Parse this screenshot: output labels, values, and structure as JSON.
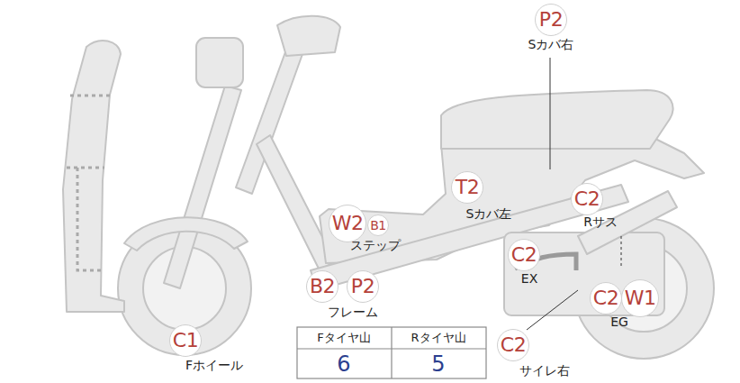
{
  "diagram": {
    "nodes": [
      {
        "text": [
          "P2"
        ]
      },
      {
        "text": [
          "T2"
        ]
      },
      {
        "text": [
          "C2"
        ]
      },
      {
        "text": [
          "W2"
        ]
      },
      {
        "text": [
          "B1"
        ]
      },
      {
        "text": [
          "C2"
        ]
      },
      {
        "text": [
          "B2"
        ]
      },
      {
        "text": [
          "P2"
        ]
      },
      {
        "text": [
          "C2"
        ]
      },
      {
        "text": [
          "W1"
        ]
      },
      {
        "text": [
          "C1"
        ]
      },
      {
        "text": [
          "C2"
        ]
      }
    ],
    "labels": [
      "Sカバ右",
      "Sカバ左",
      "Rサス",
      "ステップ",
      "EX",
      "フレーム",
      "EG",
      "Fホイール",
      "サイレ右",
      "Fタイヤ山",
      "Rタイヤ山",
      "6",
      "5"
    ]
  }
}
